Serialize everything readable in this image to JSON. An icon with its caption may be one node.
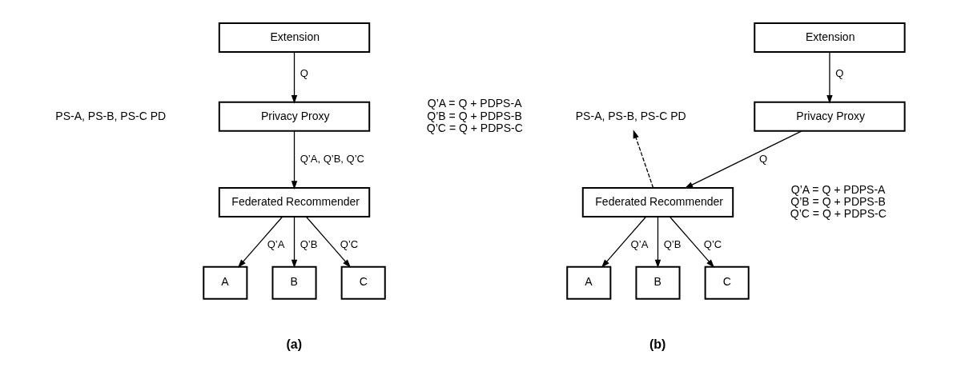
{
  "diagram": {
    "nodes": [
      {
        "text": [
          "Extension"
        ]
      },
      {
        "text": [
          "Privacy Proxy"
        ],
        "beside": [
          "Q’A = Q + PDPS-A",
          "Q’B = Q + PDPS-B",
          "Q’C = Q + PDPS-C"
        ]
      },
      {
        "text": [
          "Federated Recommender"
        ]
      },
      {
        "text": [
          "A"
        ]
      },
      {
        "text": [
          "B"
        ]
      },
      {
        "text": [
          "C"
        ]
      },
      {
        "text": [
          "Extension"
        ]
      },
      {
        "text": [
          "PS-A, PS-B, PS-C PD"
        ]
      },
      {
        "text": [
          "Privacy Proxy"
        ]
      },
      {
        "text": [
          "Federated Recommender"
        ],
        "beside": [
          "Q’A = Q + PDPS-A",
          "Q’B = Q + PDPS-B",
          "Q’C = Q + PDPS-C"
        ]
      },
      {
        "text": [
          "A"
        ]
      },
      {
        "text": [
          "B"
        ]
      },
      {
        "text": [
          "C"
        ]
      }
    ],
    "edges": [
      {
        "from": 0,
        "to": 1,
        "arrow": "to",
        "label": "Q"
      },
      {
        "from": 1,
        "to": 2,
        "arrow": "to",
        "label": "Q’A, Q’B, Q’C"
      },
      {
        "from": 2,
        "to": 3,
        "arrow": "to",
        "label": "Q’A"
      },
      {
        "from": 2,
        "to": 4,
        "arrow": "to",
        "label": "Q’B"
      },
      {
        "from": 2,
        "to": 5,
        "arrow": "to",
        "label": "Q’C"
      },
      {
        "from": 6,
        "to": 8,
        "arrow": "to",
        "label": "Q"
      },
      {
        "from": 8,
        "to": 9,
        "arrow": "to",
        "label": "Q"
      },
      {
        "from": 9,
        "to": 7,
        "arrow": "to",
        "style": "dashed"
      },
      {
        "from": 9,
        "to": 10,
        "arrow": "to",
        "label": "Q’A"
      },
      {
        "from": 9,
        "to": 11,
        "arrow": "to",
        "label": "Q’B"
      },
      {
        "from": 9,
        "to": 12,
        "arrow": "to",
        "label": "Q’C"
      }
    ],
    "labels": [
      "PS-A, PS-B, PS-C PD",
      "(a)",
      "(b)"
    ]
  }
}
